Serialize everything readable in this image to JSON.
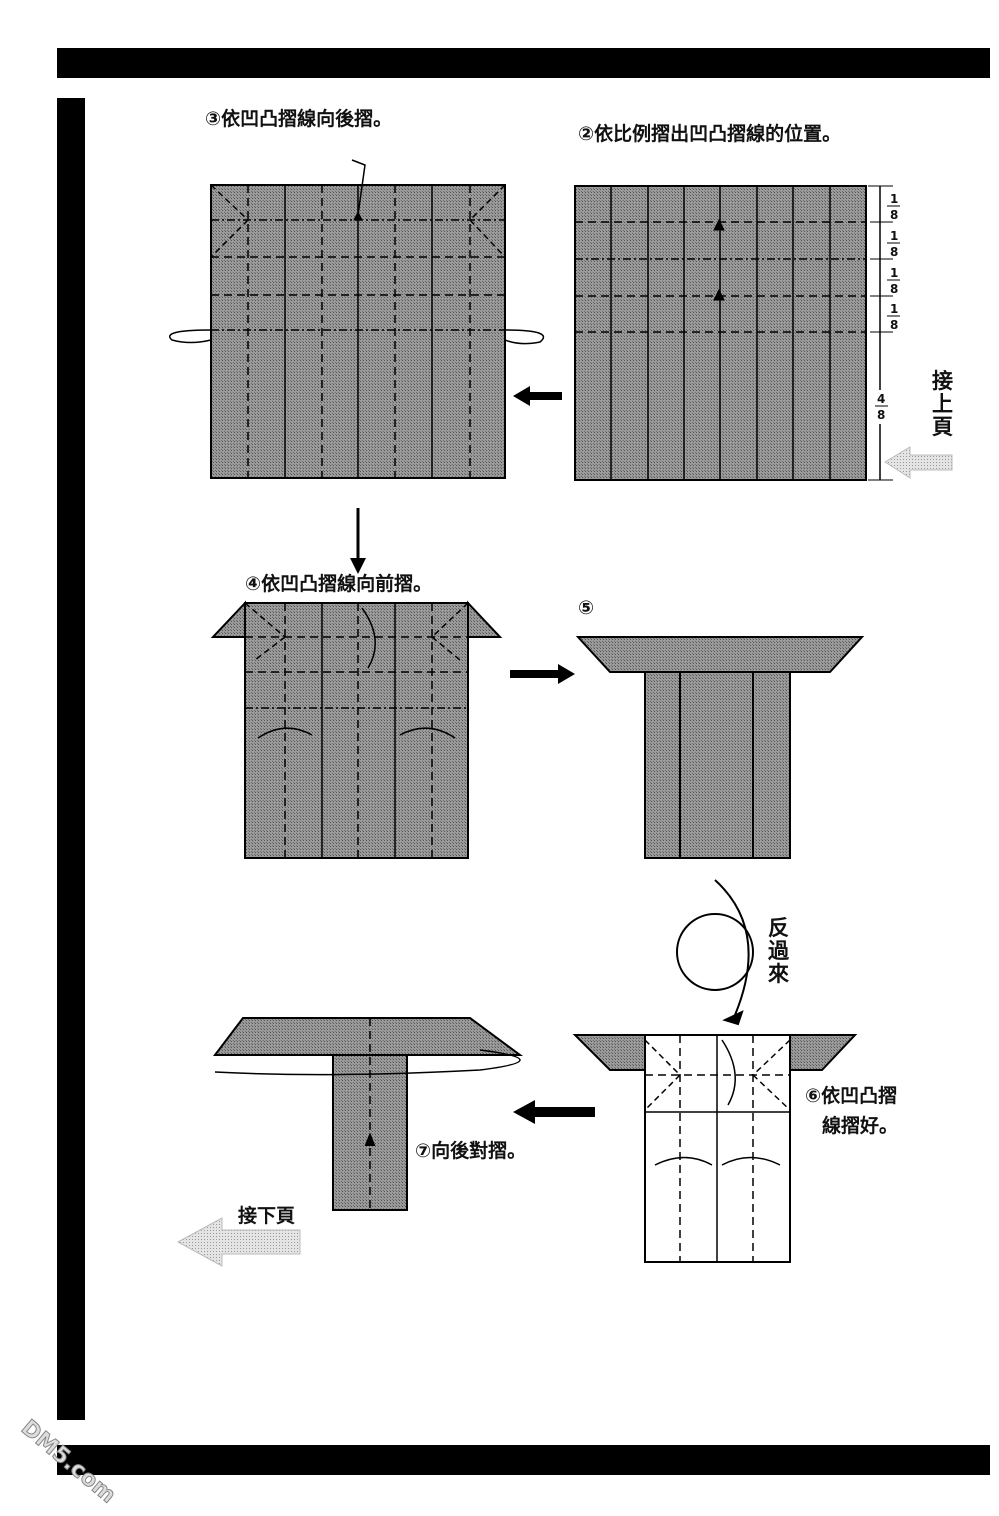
{
  "steps": {
    "step2": "②依比例摺出凹凸摺線的位置。",
    "step3": "③依凹凸摺線向後摺。",
    "step4": "④依凹凸摺線向前摺。",
    "step5": "⑤",
    "step6_line1": "⑥依凹凸摺",
    "step6_line2": "線摺好。",
    "step7": "⑦向後對摺。"
  },
  "fractions": {
    "a": {
      "num": "1",
      "den": "8"
    },
    "b": {
      "num": "1",
      "den": "8"
    },
    "c": {
      "num": "1",
      "den": "8"
    },
    "d": {
      "num": "1",
      "den": "8"
    },
    "e": {
      "num": "4",
      "den": "8"
    }
  },
  "notes": {
    "continue_prev": [
      "接",
      "上",
      "頁"
    ],
    "turn_over": [
      "反",
      "過",
      "來"
    ],
    "continue_next": "接下頁"
  },
  "watermark": "DM5.com",
  "colors": {
    "paper": "#8c8c8c",
    "ink": "#000000",
    "nav_arrow": "#b5b5b5"
  }
}
